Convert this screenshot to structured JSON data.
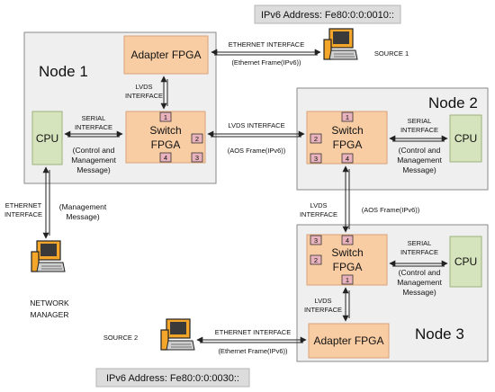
{
  "addresses": {
    "top": "IPv6 Address:  Fe80:0:0:0010::",
    "bottom": "IPv6 Address:  Fe80:0:0:0030::"
  },
  "nodes": {
    "n1": "Node 1",
    "n2": "Node 2",
    "n3": "Node 3"
  },
  "blocks": {
    "adapter1": "Adapter FPGA",
    "adapter3": "Adapter FPGA",
    "switch_line1": "Switch",
    "switch_line2": "FPGA",
    "cpu": "CPU"
  },
  "ports": {
    "p1": "1",
    "p2": "2",
    "p3": "3",
    "p4": "4"
  },
  "labels": {
    "ethernet_interface": "ETHERNET INTERFACE",
    "ethernet_frame": "(Ethernet Frame(IPv6))",
    "lvds": "LVDS",
    "interface": "INTERFACE",
    "lvds_interface": "LVDS INTERFACE",
    "aos_frame": "(AOS Frame(IPv6))",
    "serial": "SERIAL",
    "control_and": "(Control and",
    "management": "Management",
    "message": "Message)",
    "management_open": "(Management",
    "ethernet": "ETHERNET",
    "source1": "SOURCE 1",
    "source2": "SOURCE 2",
    "network": "NETWORK",
    "manager": "MANAGER"
  }
}
